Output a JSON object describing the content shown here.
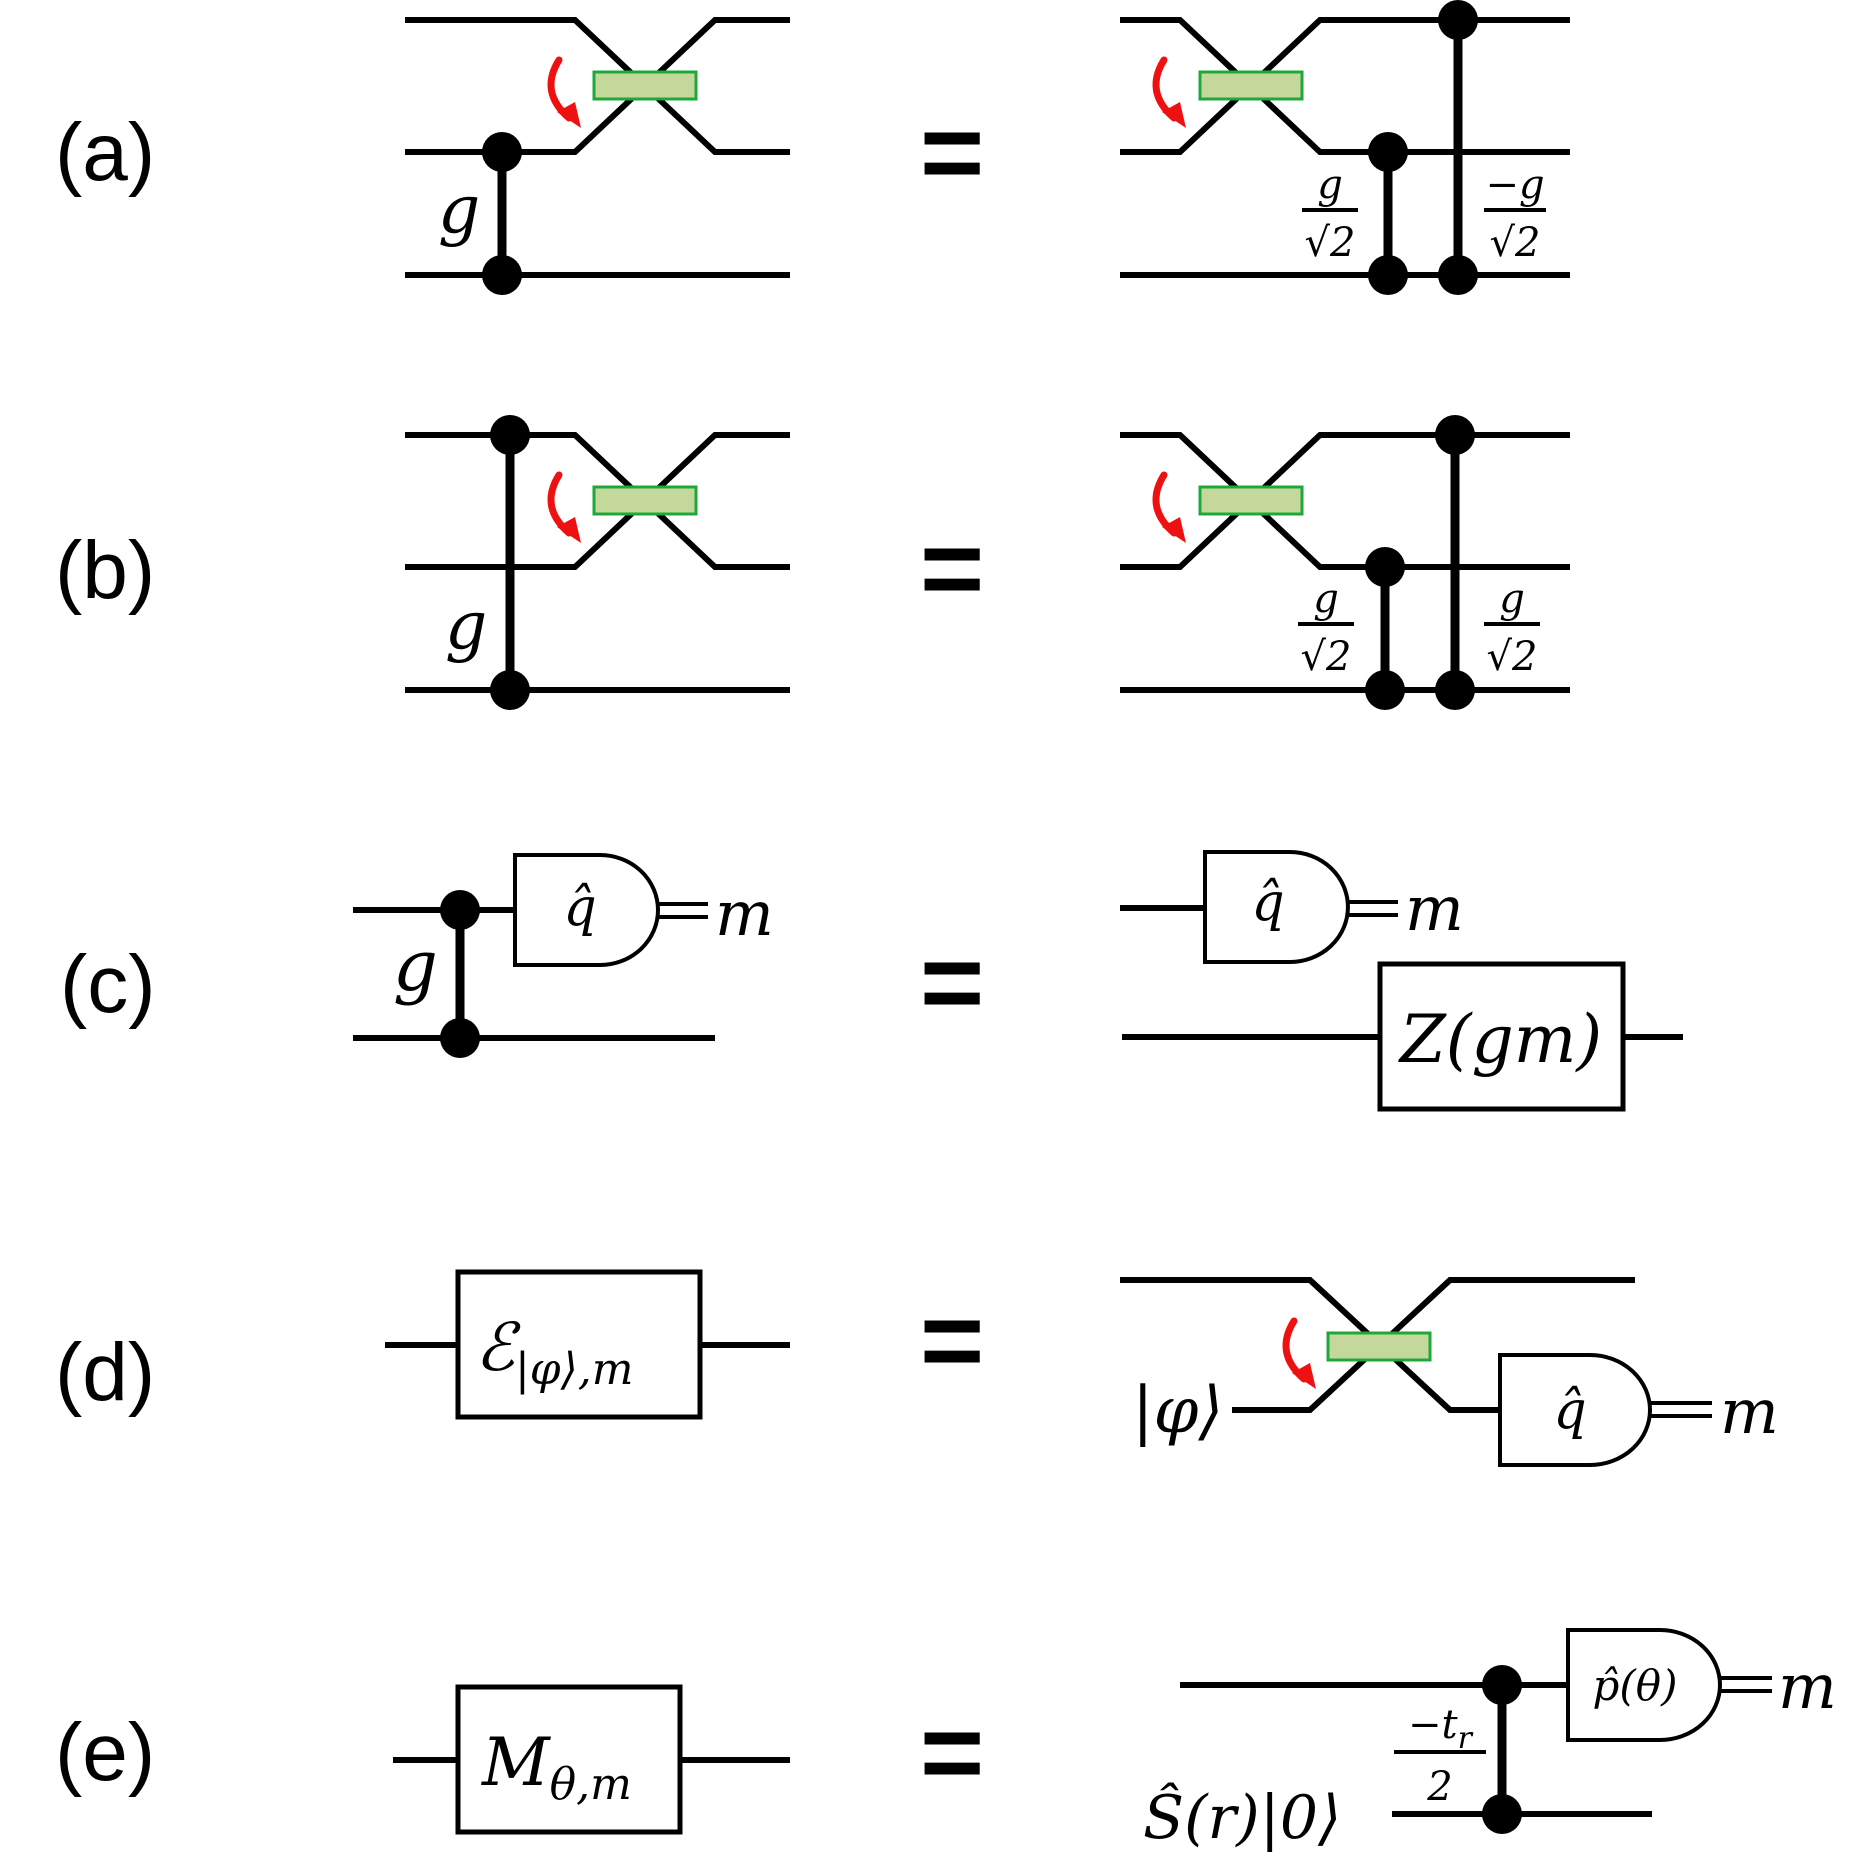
{
  "panels": [
    {
      "label": "(a)",
      "coupling": "g",
      "frac_left": {
        "num": "g",
        "den": "√2"
      },
      "frac_right": {
        "num": "−g",
        "den": "√2"
      }
    },
    {
      "label": "(b)",
      "coupling": "g",
      "frac_left": {
        "num": "g",
        "den": "√2"
      },
      "frac_right": {
        "num": "g",
        "den": "√2"
      }
    },
    {
      "label": "(c)",
      "coupling": "g",
      "meter_left": "q̂",
      "outcome_left": "m",
      "meter_right": "q̂",
      "outcome_right": "m",
      "gate": "Z(gm)"
    },
    {
      "label": "(d)",
      "channel": {
        "main": "ℰ",
        "sub": "|φ⟩,m"
      },
      "input_state": "|φ⟩",
      "meter": "q̂",
      "outcome": "m"
    },
    {
      "label": "(e)",
      "measurement": {
        "main": "M",
        "sub": "θ,m"
      },
      "input_state": "Ŝ(r)|0⟩",
      "frac": {
        "num": "−t",
        "num_sub": "r",
        "den": "2"
      },
      "meter": "p̂(θ)",
      "outcome": "m"
    }
  ],
  "equals": "=",
  "colors": {
    "beamsplitter_fill": "#c4d89b",
    "beamsplitter_stroke": "#1fa83a",
    "arrow": "#ee1111",
    "line": "#000000"
  }
}
